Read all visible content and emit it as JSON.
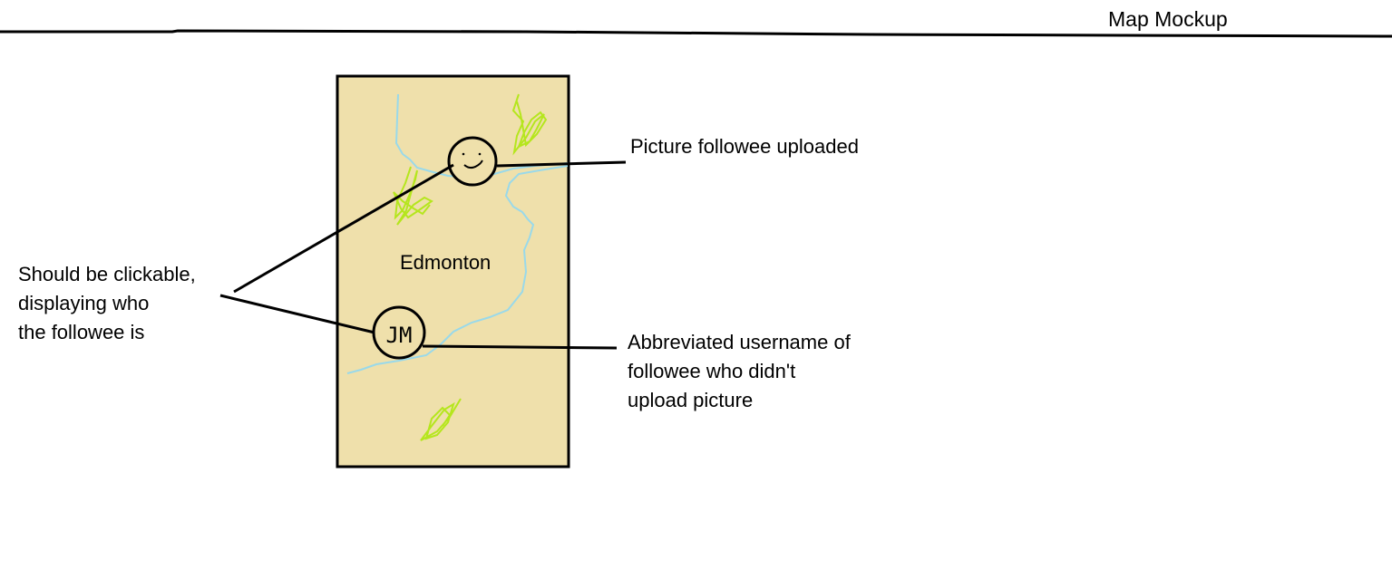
{
  "page": {
    "title": "Map Mockup"
  },
  "map": {
    "city_label": "Edmonton",
    "colors": {
      "land": "#efe0ab",
      "river": "#99d9ea",
      "parks": "#b5e61d",
      "ink": "#000000"
    },
    "markers": [
      {
        "kind": "photo",
        "face_icon": "smiley-face-icon"
      },
      {
        "kind": "initials",
        "text": "JM"
      }
    ]
  },
  "annotations": {
    "clickable": {
      "lines": [
        "Should be clickable,",
        "displaying who",
        "the followee is"
      ]
    },
    "picture": {
      "lines": [
        "Picture followee uploaded"
      ]
    },
    "abbreviated": {
      "lines": [
        "Abbreviated username of",
        "followee who didn't",
        "upload picture"
      ]
    }
  }
}
